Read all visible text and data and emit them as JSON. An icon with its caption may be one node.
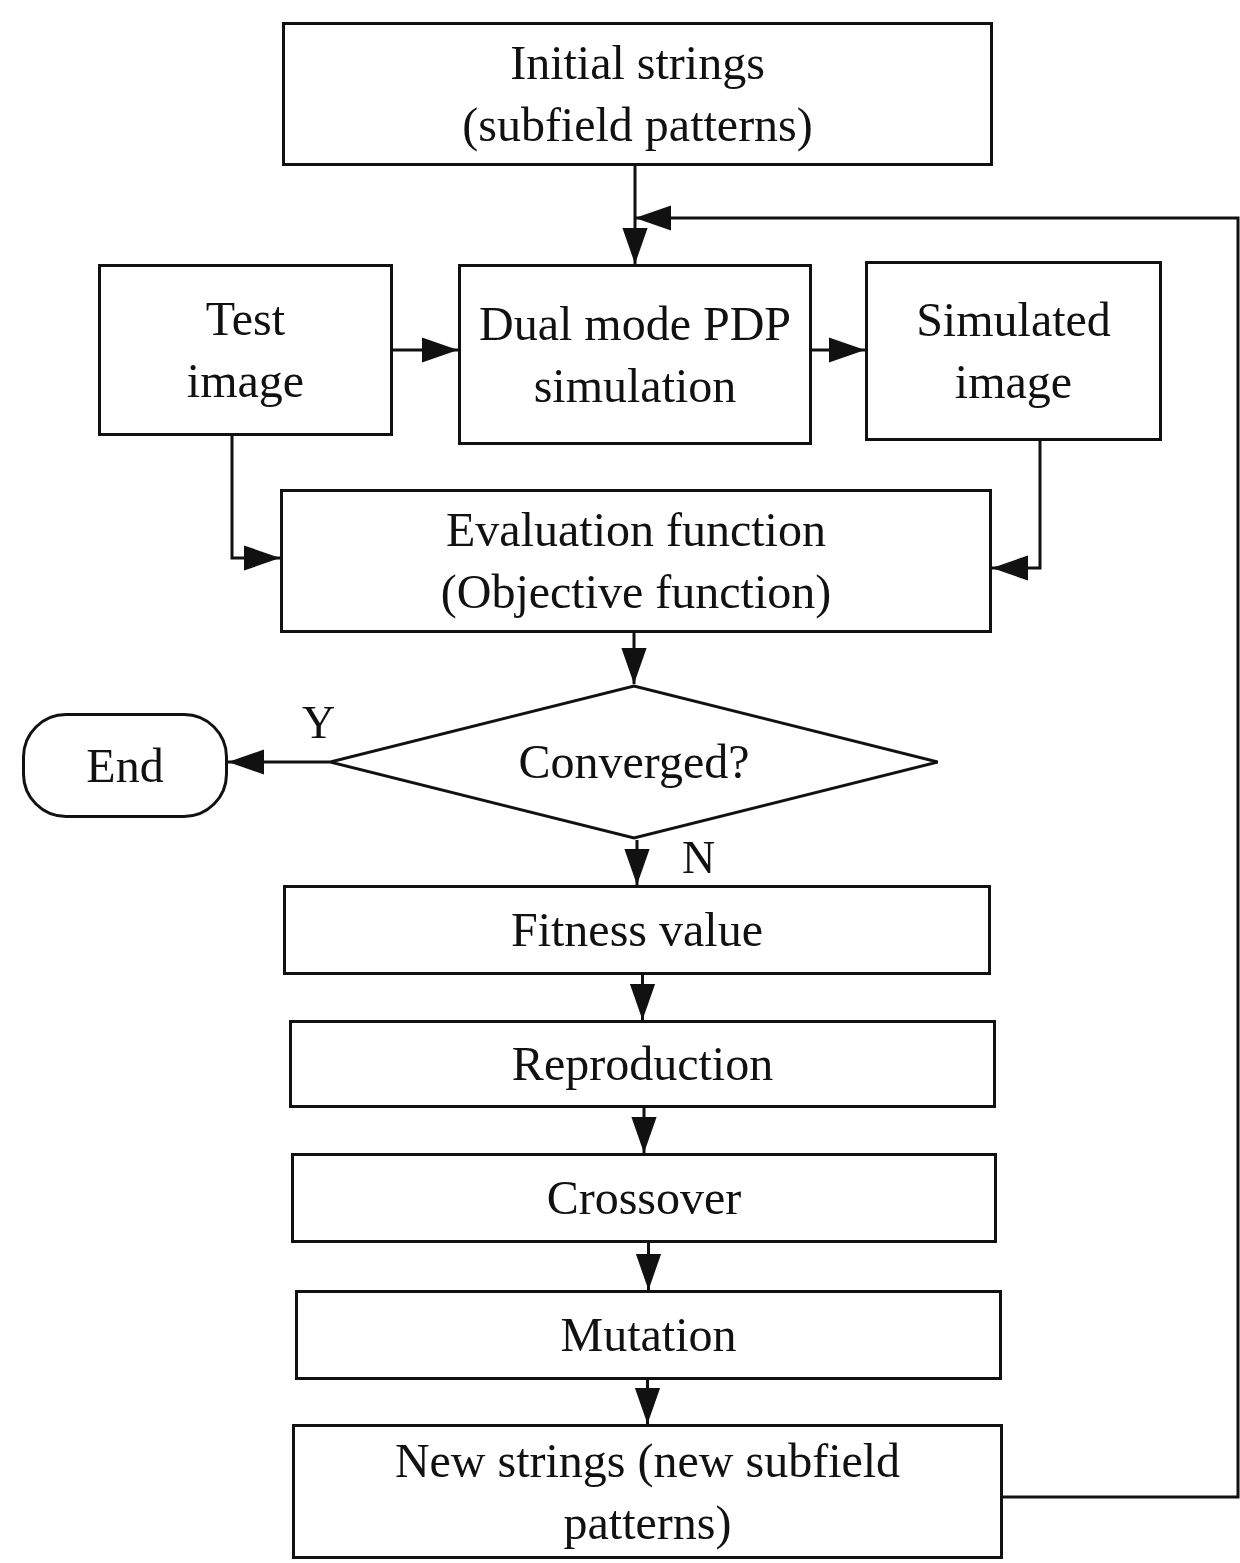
{
  "diagram": {
    "nodes": [
      {
        "text": [
          "Initial strings (subfield patterns)"
        ]
      },
      {
        "text": [
          "Test image"
        ]
      },
      {
        "text": [
          "Dual mode PDP simulation"
        ]
      },
      {
        "text": [
          "Simulated image"
        ]
      },
      {
        "text": [
          "Evaluation function (Objective function)"
        ]
      },
      {
        "text": [
          "Converged?"
        ]
      },
      {
        "text": [
          "End"
        ]
      },
      {
        "text": [
          "Fitness value"
        ]
      },
      {
        "text": [
          "Reproduction"
        ]
      },
      {
        "text": [
          "Crossover"
        ]
      },
      {
        "text": [
          "Mutation"
        ]
      },
      {
        "text": [
          "New strings (new subfield patterns)"
        ]
      }
    ],
    "edges": [
      {
        "from": 0,
        "to": 2,
        "arrow": "to"
      },
      {
        "from": 1,
        "to": 2,
        "arrow": "to"
      },
      {
        "from": 2,
        "to": 3,
        "arrow": "to"
      },
      {
        "from": 1,
        "to": 4,
        "arrow": "to"
      },
      {
        "from": 3,
        "to": 4,
        "arrow": "to"
      },
      {
        "from": 4,
        "to": 5,
        "arrow": "to"
      },
      {
        "from": 5,
        "to": 6,
        "arrow": "to",
        "label": "Y"
      },
      {
        "from": 5,
        "to": 7,
        "arrow": "to",
        "label": "N"
      },
      {
        "from": 7,
        "to": 8,
        "arrow": "to"
      },
      {
        "from": 8,
        "to": 9,
        "arrow": "to"
      },
      {
        "from": 9,
        "to": 10,
        "arrow": "to"
      },
      {
        "from": 10,
        "to": 11,
        "arrow": "to"
      },
      {
        "from": 11,
        "to": 2,
        "arrow": "to"
      }
    ]
  }
}
